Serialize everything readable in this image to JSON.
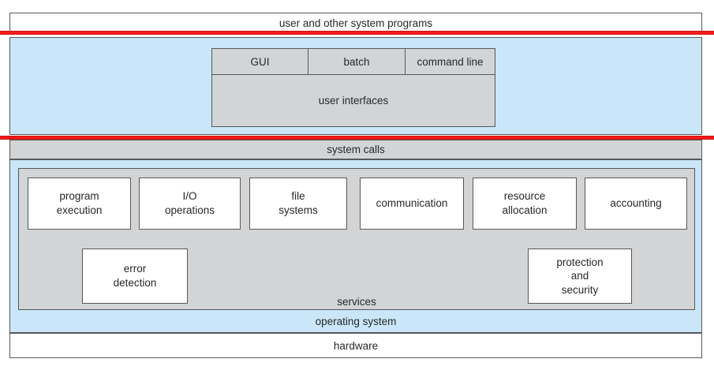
{
  "labels": {
    "user_programs": "user and other system programs",
    "user_interfaces": "user interfaces",
    "system_calls": "system calls",
    "services": "services",
    "operating_system": "operating system",
    "hardware": "hardware"
  },
  "ui_cells": {
    "gui": "GUI",
    "batch": "batch",
    "command_line": "command line"
  },
  "service_boxes": {
    "program_execution": "program\nexecution",
    "io_operations": "I/O\noperations",
    "file_systems": "file\nsystems",
    "communication": "communication",
    "resource_allocation": "resource\nallocation",
    "accounting": "accounting",
    "error_detection": "error\ndetection",
    "protection_and_security": "protection\nand\nsecurity"
  },
  "colors": {
    "region_blue": "#c9e7f8",
    "panel_gray": "#d2d4d6",
    "separator_red": "#fa1b1b",
    "border": "#56585a",
    "background": "#ffffff"
  }
}
